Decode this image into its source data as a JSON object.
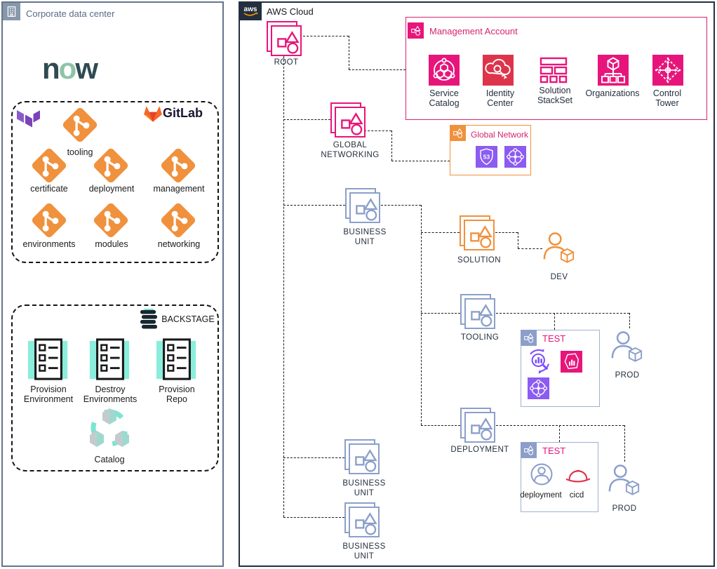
{
  "colors": {
    "pink": "#E7157B",
    "crimson": "#DD344C",
    "orange": "#F0913D",
    "blue": "#8C9FCA",
    "purple": "#8C5BF2",
    "purple_outline": "#7C4DFF",
    "teal": "#7FE3D2",
    "navy": "#232F3E",
    "box_title_pink": "#D6246E"
  },
  "left_panel": {
    "title": "Corporate data center",
    "servicenow_logo": {
      "n": "n",
      "o": "o",
      "w": "w"
    },
    "gitlab": {
      "brand": "GitLab",
      "repos": [
        "tooling",
        "certificate",
        "deployment",
        "management",
        "environments",
        "modules",
        "networking"
      ]
    },
    "backstage": {
      "brand": "BACKSTAGE",
      "actions": [
        "Provision\nEnvironment",
        "Destroy\nEnvironments",
        "Provision\nRepo"
      ],
      "catalog_label": "Catalog"
    }
  },
  "aws": {
    "logo": "aws",
    "title": "AWS Cloud",
    "ous": [
      {
        "label": "ROOT"
      },
      {
        "label": "GLOBAL\nNETWORKING"
      },
      {
        "label": "BUSINESS\nUNIT"
      },
      {
        "label": "SOLUTION"
      },
      {
        "label": "TOOLING"
      },
      {
        "label": "DEPLOYMENT"
      },
      {
        "label": "BUSINESS\nUNIT"
      },
      {
        "label": "BUSINESS\nUNIT"
      }
    ],
    "management_account": {
      "title": "Management Account",
      "services": [
        {
          "label": "Service\nCatalog",
          "icon": "service-catalog-icon"
        },
        {
          "label": "Identity\nCenter",
          "icon": "identity-center-icon"
        },
        {
          "label": "Solution\nStackSet",
          "icon": "solution-stackset-icon"
        },
        {
          "label": "Organizations",
          "icon": "organizations-icon"
        },
        {
          "label": "Control\nTower",
          "icon": "control-tower-icon"
        }
      ]
    },
    "global_network": {
      "title": "Global Network",
      "icons": [
        "route53-icon",
        "transit-gateway-icon"
      ]
    },
    "test_tooling": {
      "title": "TEST",
      "icons": [
        "search-metrics-icon",
        "metrics-package-icon",
        "transit-gateway-icon"
      ]
    },
    "test_deployment": {
      "title": "TEST",
      "items": [
        {
          "label": "deployment",
          "icon": "user-icon"
        },
        {
          "label": "cicd",
          "icon": "hard-hat-icon"
        }
      ]
    },
    "environments": {
      "dev": "DEV",
      "prod_tooling": "PROD",
      "prod_deployment": "PROD"
    }
  }
}
